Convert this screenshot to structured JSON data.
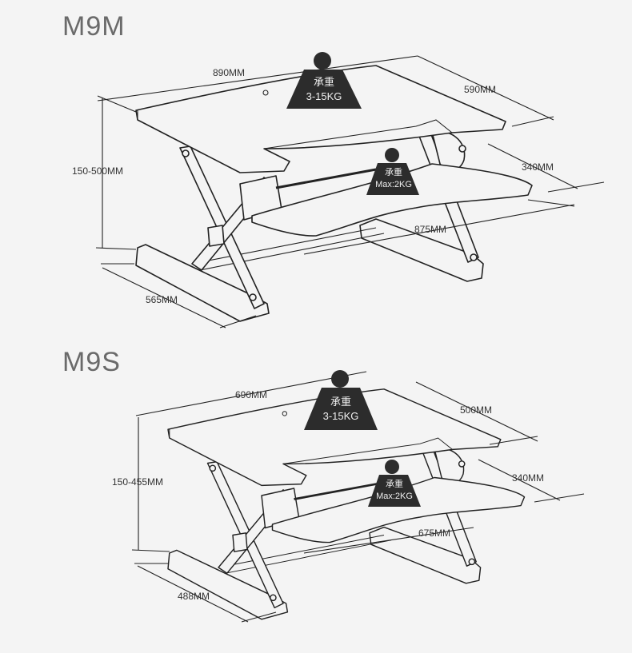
{
  "models": [
    {
      "name": "M9M",
      "dimensions": {
        "width": "890MM",
        "depth": "590MM",
        "height": "150-500MM",
        "base": "565MM",
        "tray_depth": "340MM",
        "tray_width": "875MM"
      },
      "load_top": {
        "label": "承重",
        "value": "3-15KG"
      },
      "load_tray": {
        "label": "承重",
        "value": "Max:2KG"
      }
    },
    {
      "name": "M9S",
      "dimensions": {
        "width": "690MM",
        "depth": "500MM",
        "height": "150-455MM",
        "base": "488MM",
        "tray_depth": "340MM",
        "tray_width": "675MM"
      },
      "load_top": {
        "label": "承重",
        "value": "3-15KG"
      },
      "load_tray": {
        "label": "承重",
        "value": "Max:2KG"
      }
    }
  ],
  "colors": {
    "background": "#f4f4f4",
    "line": "#222222",
    "weight": "#2c2c2c"
  }
}
